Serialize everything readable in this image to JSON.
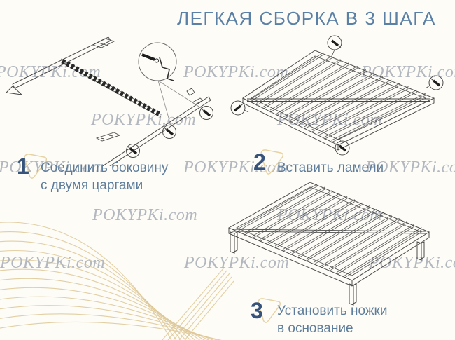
{
  "title": {
    "text": "ЛЕГКАЯ СБОРКА В 3 ШАГА"
  },
  "watermark": {
    "text": "POKYPKi.com"
  },
  "steps": [
    {
      "number": "1",
      "label": "Соединить боковину\nс двумя царгами"
    },
    {
      "number": "2",
      "label": "Вставить ламели"
    },
    {
      "number": "3",
      "label": "Установить ножки\nв основание"
    }
  ],
  "illustrations": [
    {
      "name": "step1-rail-and-side-assembly",
      "description": "боковина с двумя царгами, шурупы, шестигранный ключ"
    },
    {
      "name": "step2-slatted-base",
      "description": "основание с ламелями, шурупы по углам"
    },
    {
      "name": "step3-base-with-legs",
      "description": "основание на ножках"
    }
  ],
  "colors": {
    "background": "#fdfcf7",
    "title": "#5b80a6",
    "step_number": "#36547b",
    "step_text": "#5e7d9c",
    "watermark": "#b3b8c0",
    "gold_accent": "#ddc795",
    "line_art": "#4a4a4a"
  }
}
